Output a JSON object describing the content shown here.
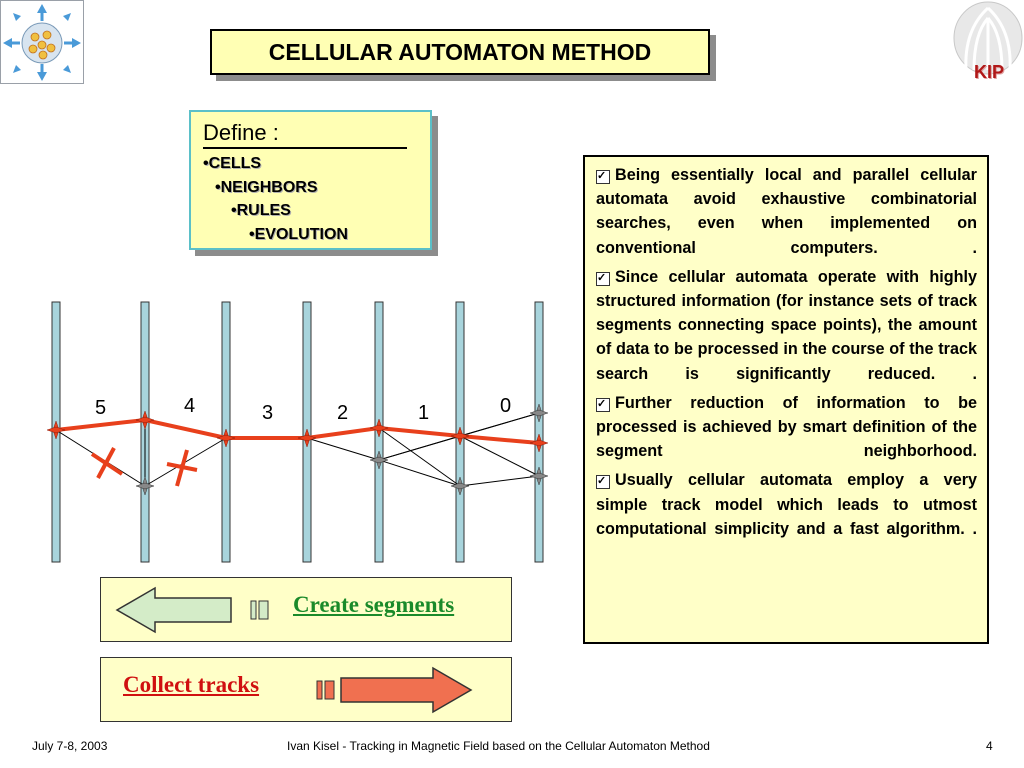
{
  "title": "CELLULAR AUTOMATON METHOD",
  "logo": {
    "kip_text": "KIP"
  },
  "define": {
    "title": "Define :",
    "items": [
      "•CELLS",
      "•NEIGHBORS",
      "•RULES",
      "•EVOLUTION"
    ]
  },
  "paragraphs": [
    "Being essentially local and parallel cellular automata avoid exhaustive combinatorial searches, even when implemented on conventional computers.",
    "Since cellular automata operate with highly structured information (for instance sets of track segments connecting space points), the amount of data to be processed in the course of the track search is significantly reduced.",
    "Further reduction of information to be processed is achieved by smart definition of the segment neighborhood.",
    "Usually cellular automata employ a very simple track model which leads to utmost computational simplicity and a fast algorithm."
  ],
  "paragraph_tails": [
    ".",
    ".",
    "",
    "."
  ],
  "diagram": {
    "counters": [
      "5",
      "4",
      "3",
      "2",
      "1",
      "0"
    ]
  },
  "buttons": {
    "create": "Create segments",
    "collect": "Collect tracks"
  },
  "footer": {
    "date": "July 7-8, 2003",
    "center": "Ivan Kisel - Tracking in Magnetic Field based on the Cellular Automaton Method",
    "page": "4"
  },
  "colors": {
    "box_fill": "#ffffb4",
    "track_red": "#e8401c",
    "detector": "#a8d4dc",
    "create_green": "#1a8a2a",
    "collect_red": "#d01010"
  }
}
